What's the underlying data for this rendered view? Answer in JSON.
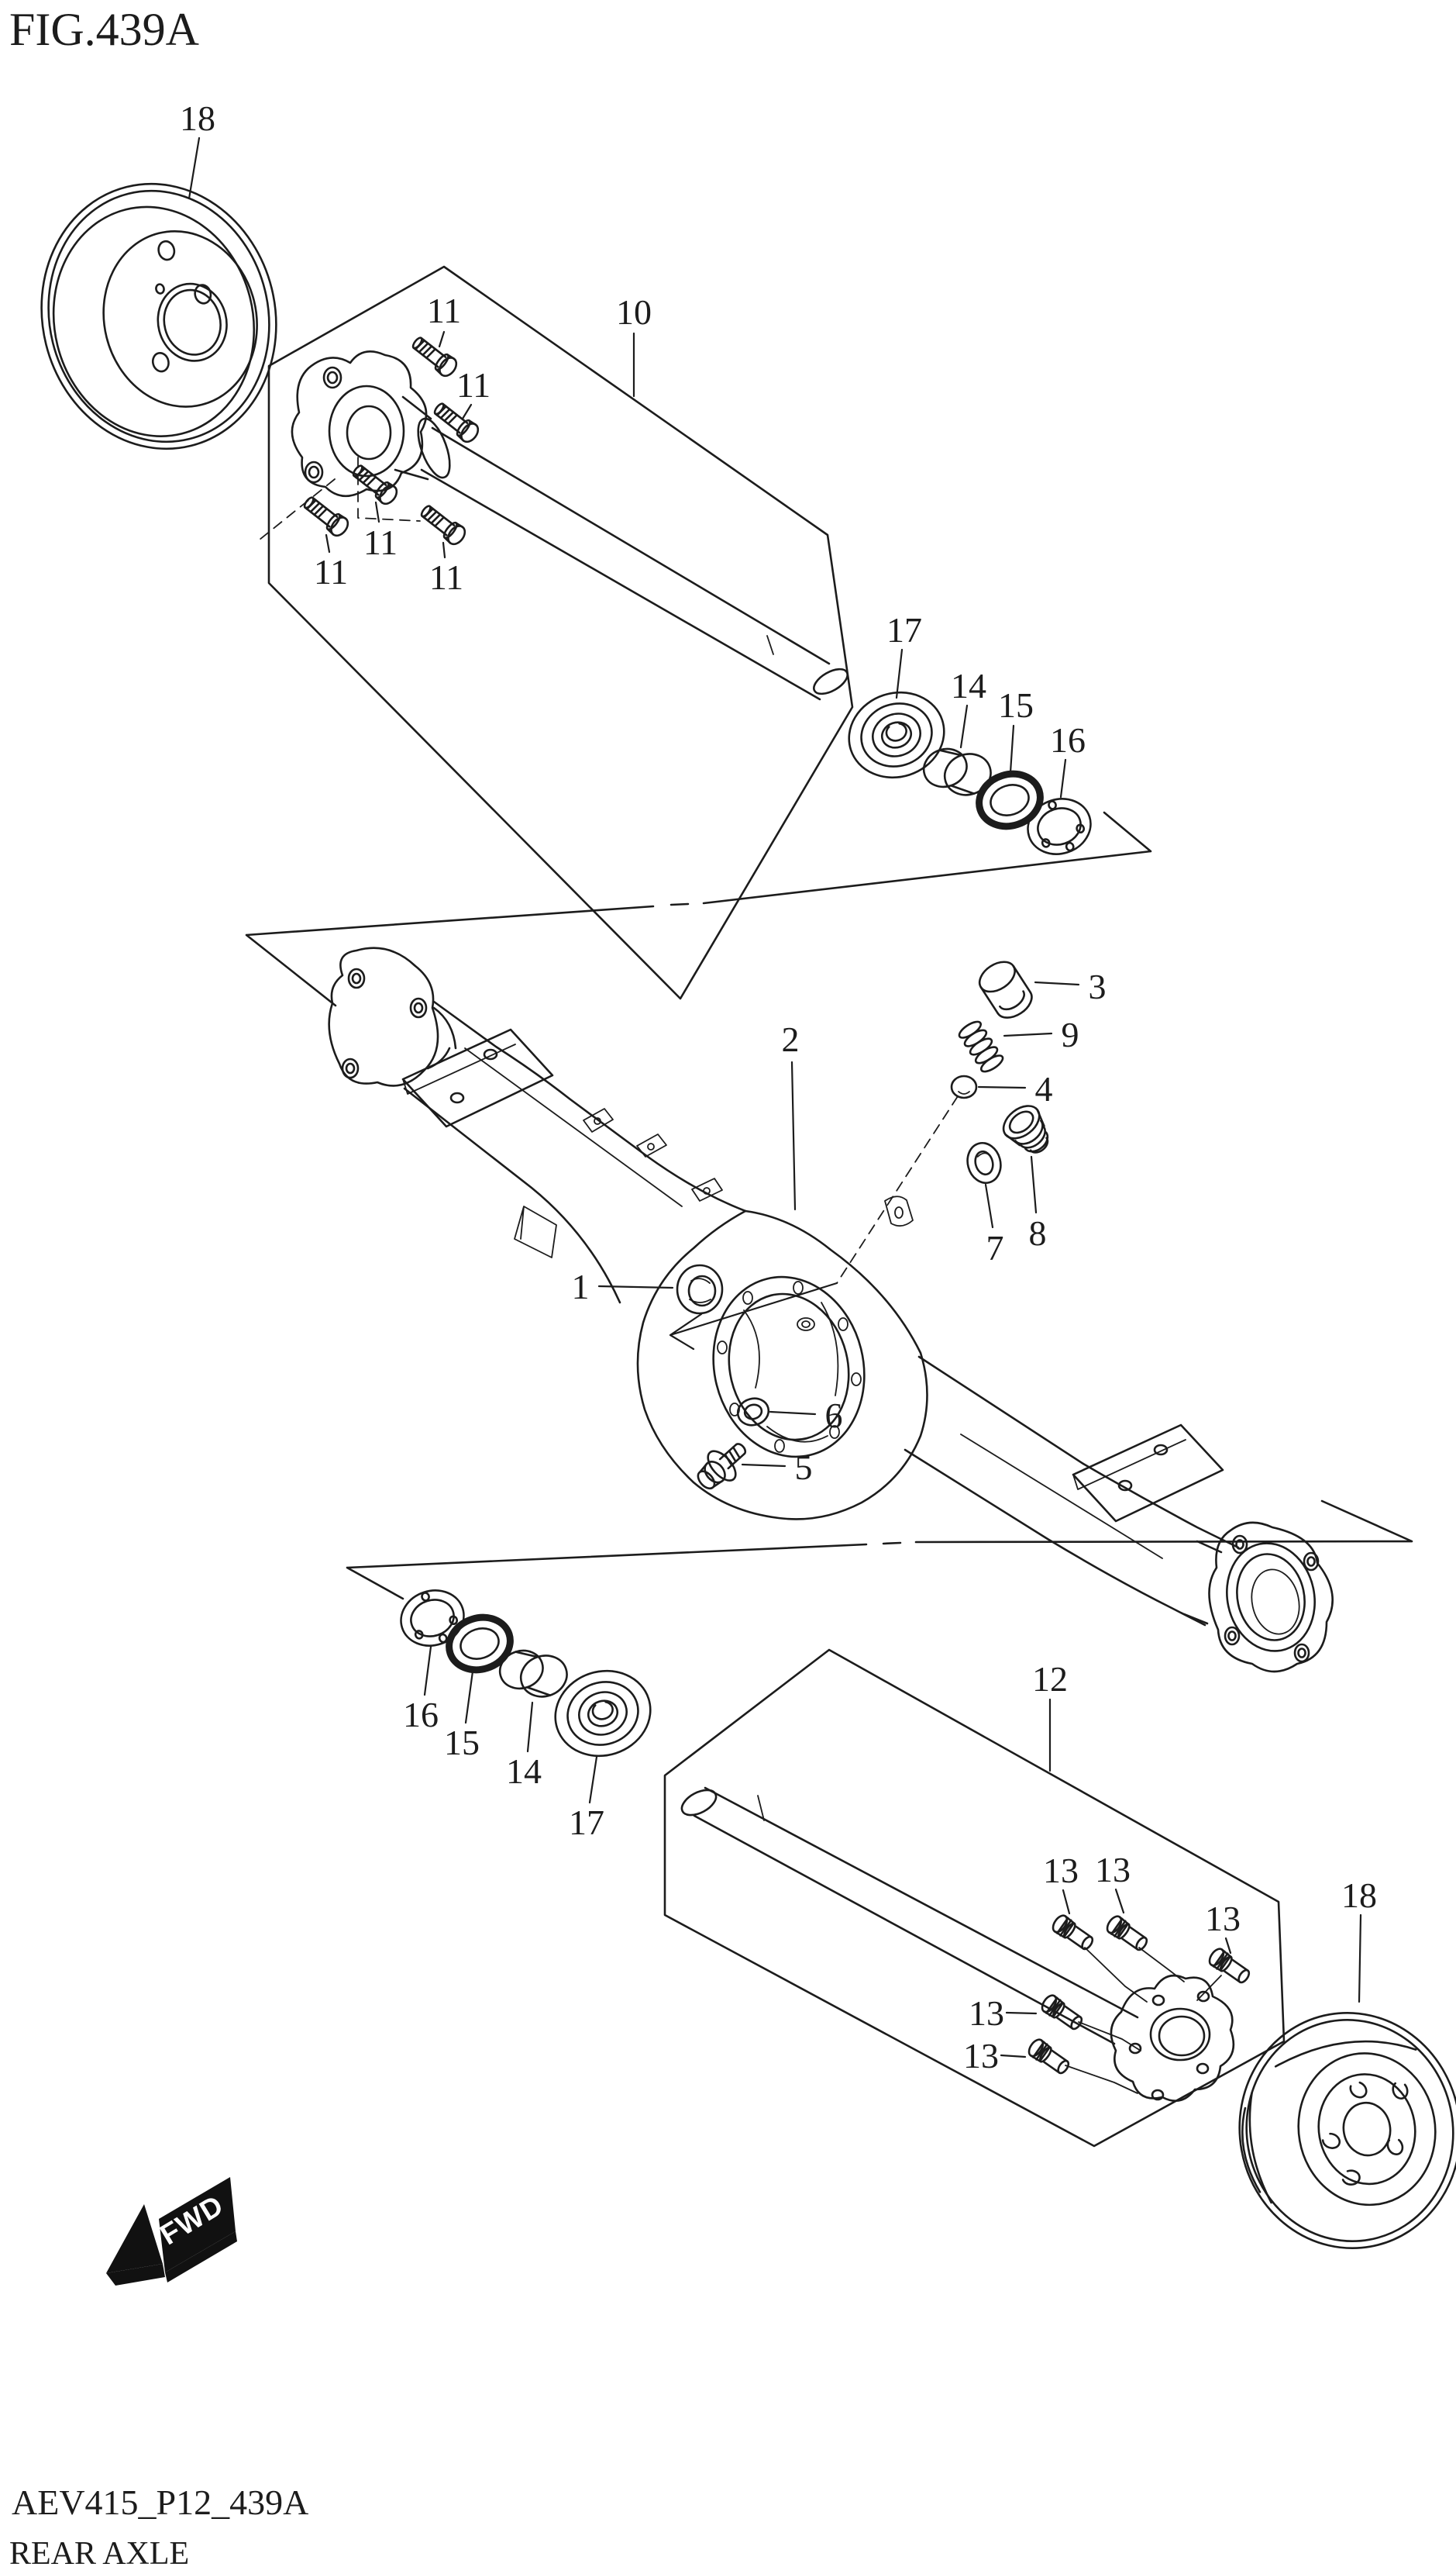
{
  "figure": {
    "title": "FIG.439A",
    "code": "AEV415_P12_439A",
    "name": "REAR AXLE"
  },
  "fwd_marker": {
    "label": "FWD"
  },
  "colors": {
    "line_color": "#1c1c1c",
    "background": "#ffffff",
    "marker_fill": "#111111",
    "marker_text_color": "#ffffff"
  },
  "callouts": [
    {
      "text": "18"
    },
    {
      "text": "10"
    },
    {
      "text": "11"
    },
    {
      "text": "11"
    },
    {
      "text": "11"
    },
    {
      "text": "11"
    },
    {
      "text": "11"
    },
    {
      "text": "17"
    },
    {
      "text": "14"
    },
    {
      "text": "15"
    },
    {
      "text": "16"
    },
    {
      "text": "2"
    },
    {
      "text": "3"
    },
    {
      "text": "9"
    },
    {
      "text": "4"
    },
    {
      "text": "1"
    },
    {
      "text": "7"
    },
    {
      "text": "8"
    },
    {
      "text": "6"
    },
    {
      "text": "5"
    },
    {
      "text": "16"
    },
    {
      "text": "15"
    },
    {
      "text": "14"
    },
    {
      "text": "17"
    },
    {
      "text": "12"
    },
    {
      "text": "13"
    },
    {
      "text": "13"
    },
    {
      "text": "13"
    },
    {
      "text": "13"
    },
    {
      "text": "13"
    },
    {
      "text": "18"
    }
  ]
}
